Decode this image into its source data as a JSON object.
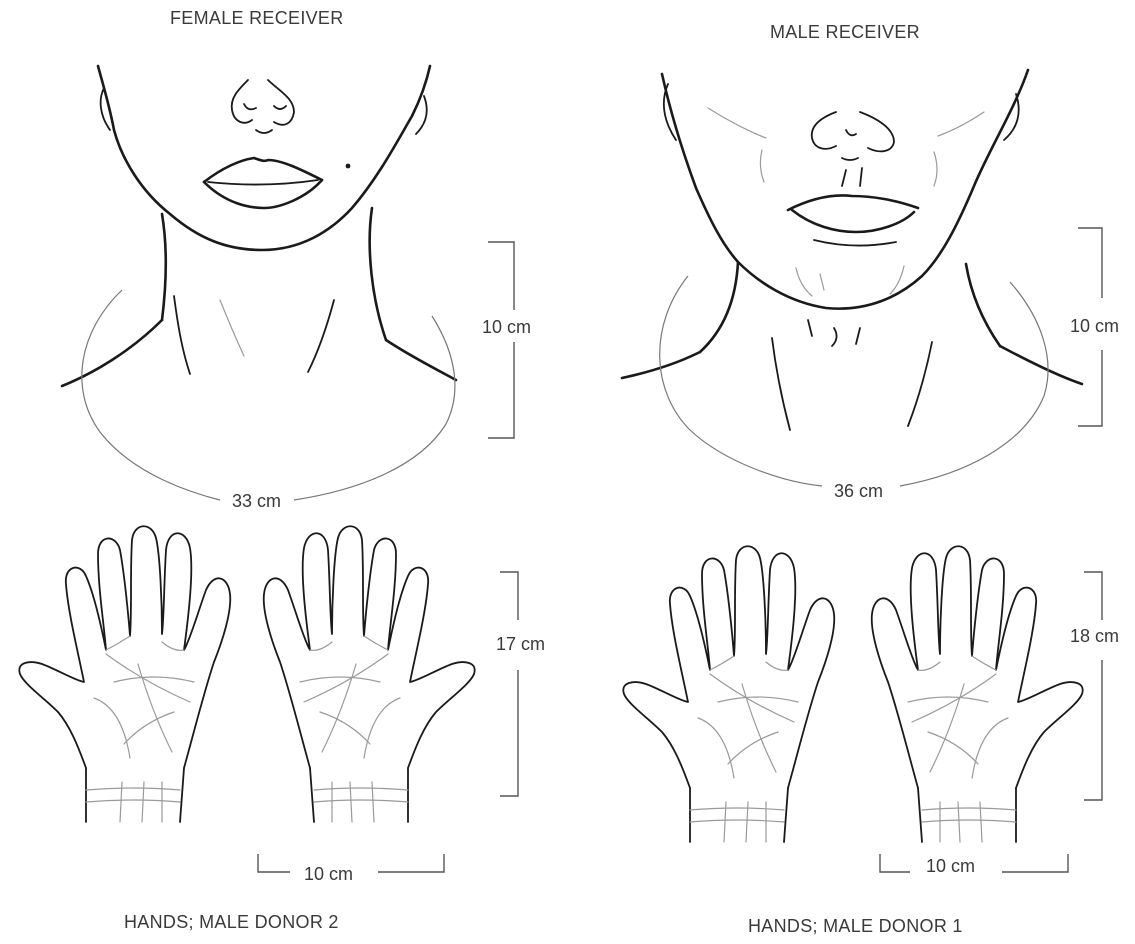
{
  "female": {
    "title": "FEMALE RECEIVER",
    "neck_height": "10 cm",
    "neck_circumference": "33 cm"
  },
  "male": {
    "title": "MALE RECEIVER",
    "neck_height": "10 cm",
    "neck_circumference": "36 cm"
  },
  "donor2": {
    "caption": "HANDS; MALE DONOR 2",
    "hand_length": "17 cm",
    "hand_width": "10 cm"
  },
  "donor1": {
    "caption": "HANDS; MALE DONOR 1",
    "hand_length": "18 cm",
    "hand_width": "10 cm"
  },
  "colors": {
    "ink": "#1a1a1a",
    "measure_line": "#555555",
    "palm_lines": "#9a9a9a"
  },
  "icons": {
    "female_face": "female-face-neck-drawing",
    "male_face": "male-face-neck-drawing",
    "hands": "pair-of-palms-drawing"
  }
}
